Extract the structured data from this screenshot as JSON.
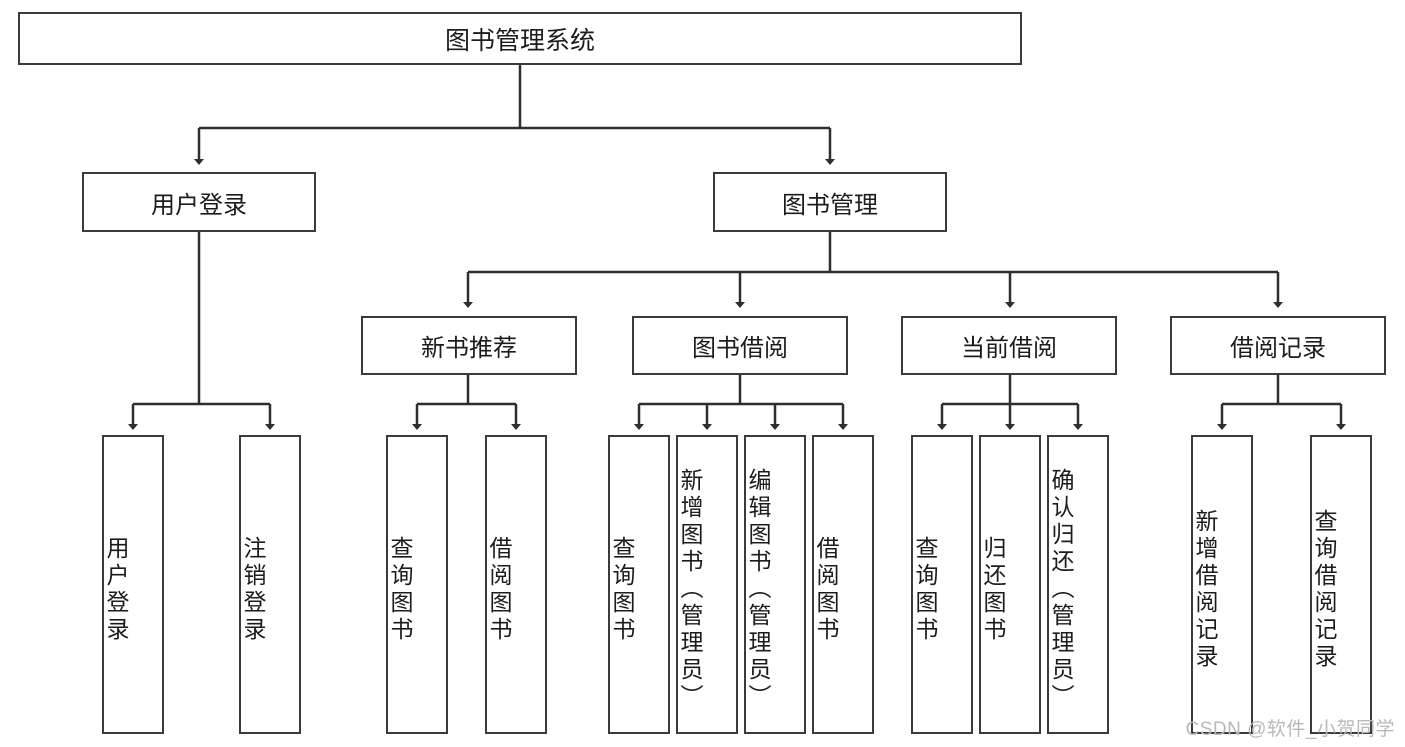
{
  "diagram": {
    "title": "图书管理系统",
    "watermark": "CSDN @软件_小贺同学",
    "line_color": "#3b3b3b",
    "box_fill": "#ffffff",
    "text_color": "#1c1c1c",
    "watermark_color": "#b9b9b9",
    "root": {
      "label": "图书管理系统"
    },
    "level2": [
      {
        "label": "用户登录"
      },
      {
        "label": "图书管理"
      }
    ],
    "level3": [
      {
        "label": "新书推荐"
      },
      {
        "label": "图书借阅"
      },
      {
        "label": "当前借阅"
      },
      {
        "label": "借阅记录"
      }
    ],
    "leaves": {
      "user_login": [
        {
          "label": "用户登录"
        },
        {
          "label": "注销登录"
        }
      ],
      "new_book": [
        {
          "label": "查询图书"
        },
        {
          "label": "借阅图书"
        }
      ],
      "book_borrow": [
        {
          "label": "查询图书"
        },
        {
          "label": "新增图书（管理员）"
        },
        {
          "label": "编辑图书（管理员）"
        },
        {
          "label": "借阅图书"
        }
      ],
      "current_borrow": [
        {
          "label": "查询图书"
        },
        {
          "label": "归还图书"
        },
        {
          "label": "确认归还（管理员）"
        }
      ],
      "borrow_record": [
        {
          "label": "新增借阅记录"
        },
        {
          "label": "查询借阅记录"
        }
      ]
    }
  }
}
